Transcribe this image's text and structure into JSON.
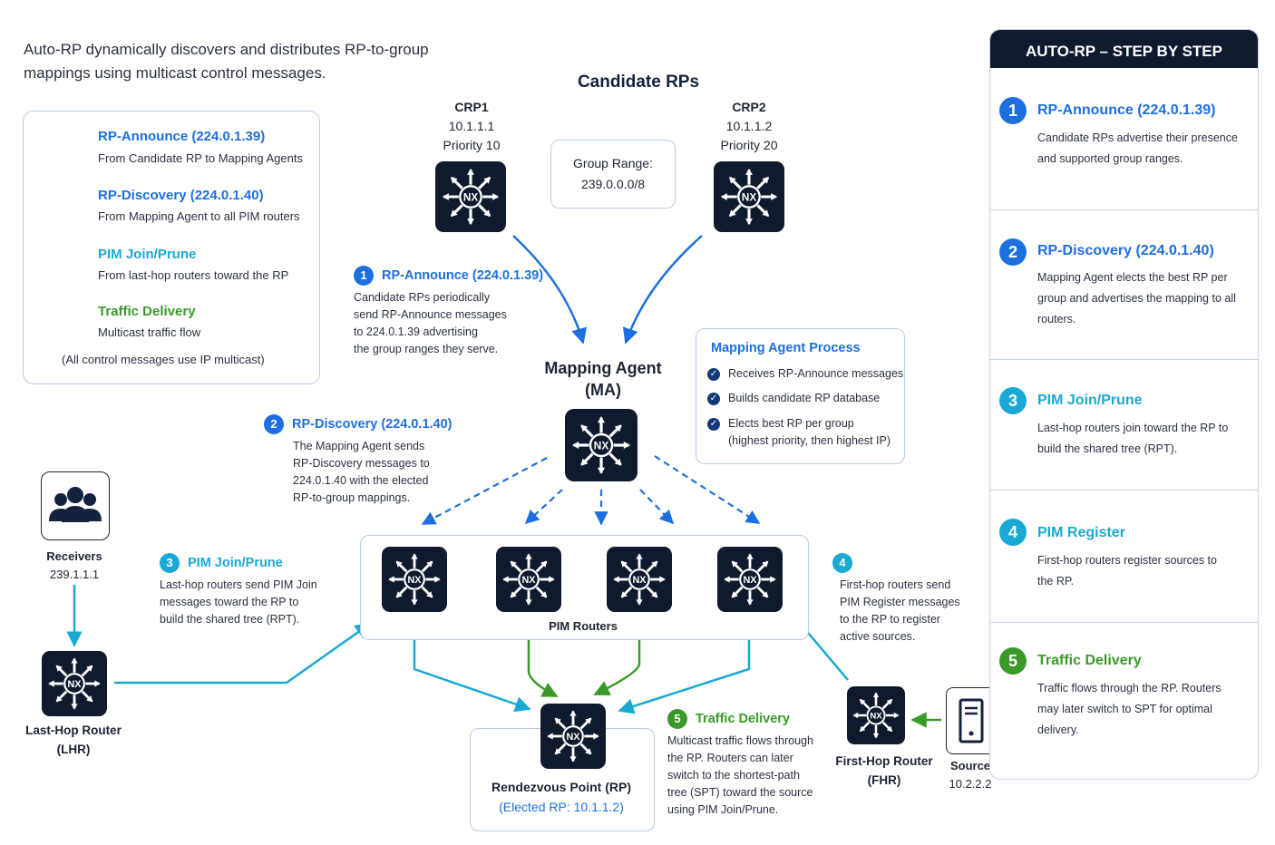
{
  "intro": "Auto-RP dynamically discovers and distributes RP-to-group mappings using multicast control messages.",
  "colors": {
    "announce": "#1d6fe0",
    "discovery": "#1d6fe0",
    "join": "#19a9d4",
    "traffic": "#3a9a29",
    "dark": "#0f1a2e"
  },
  "legend": {
    "items": [
      {
        "title": "RP-Announce (224.0.1.39)",
        "desc": "From Candidate RP to Mapping Agents",
        "line": "solid",
        "color": "#1d6fe0"
      },
      {
        "title": "RP-Discovery (224.0.1.40)",
        "desc": "From Mapping Agent to all PIM routers",
        "line": "dashed",
        "color": "#1d6fe0"
      },
      {
        "title": "PIM Join/Prune",
        "desc": "From last-hop routers toward the RP",
        "line": "solid",
        "color": "#19a9d4"
      },
      {
        "title": "Traffic Delivery",
        "desc": "Multicast traffic flow",
        "line": "solid",
        "color": "#3a9a29"
      }
    ],
    "note": "(All control messages use IP multicast)"
  },
  "candidate_rps": {
    "title": "Candidate RPs",
    "crp1": {
      "name": "CRP1",
      "ip": "10.1.1.1",
      "priority": "Priority 10"
    },
    "crp2": {
      "name": "CRP2",
      "ip": "10.1.1.2",
      "priority": "Priority 20"
    },
    "group_range": {
      "label": "Group Range:",
      "value": "239.0.0.0/8"
    }
  },
  "icon_text": "NX",
  "callouts": {
    "c1": {
      "num": "1",
      "title": "RP-Announce (224.0.1.39)",
      "lines": [
        "Candidate RPs periodically",
        "send RP-Announce messages",
        "to 224.0.1.39 advertising",
        "the group ranges they serve."
      ]
    },
    "c2": {
      "num": "2",
      "title": "RP-Discovery (224.0.1.40)",
      "lines": [
        "The Mapping Agent sends",
        "RP-Discovery messages to",
        "224.0.1.40 with the elected",
        "RP-to-group mappings."
      ]
    },
    "c3": {
      "num": "3",
      "title": "PIM Join/Prune",
      "lines": [
        "Last-hop routers send PIM Join",
        "messages toward the RP to",
        "build the shared tree (RPT)."
      ]
    },
    "c4": {
      "num": "4",
      "lines": [
        "First-hop routers send",
        "PIM Register messages",
        "to the RP to register",
        "active sources."
      ]
    },
    "c5": {
      "num": "5",
      "title": "Traffic Delivery",
      "lines": [
        "Multicast traffic flows through",
        "the RP. Routers can later",
        "switch to the shortest-path",
        "tree (SPT) toward the source",
        "using PIM Join/Prune."
      ]
    }
  },
  "mapping_agent": {
    "line1": "Mapping Agent",
    "line2": "(MA)"
  },
  "ma_process": {
    "title": "Mapping Agent Process",
    "items": [
      "Receives RP-Announce messages",
      "Builds candidate RP database",
      "Elects best RP per group"
    ],
    "item3_sub": "(highest priority, then highest IP)"
  },
  "pim_routers_label": "PIM Routers",
  "receivers": {
    "label": "Receivers",
    "group": "239.1.1.1"
  },
  "lhr": {
    "line1": "Last-Hop Router",
    "line2": "(LHR)"
  },
  "rp": {
    "line1": "Rendezvous Point (RP)",
    "line2": "(Elected RP: 10.1.1.2)"
  },
  "fhr": {
    "line1": "First-Hop Router",
    "line2": "(FHR)"
  },
  "source": {
    "label": "Source",
    "ip": "10.2.2.2"
  },
  "steps": {
    "header": "AUTO-RP – STEP BY STEP",
    "items": [
      {
        "num": "1",
        "title": "RP-Announce (224.0.1.39)",
        "desc": "Candidate RPs advertise their presence and supported group ranges.",
        "color": "#1d6fe0",
        "title_color": "#1d6fe0"
      },
      {
        "num": "2",
        "title": "RP-Discovery (224.0.1.40)",
        "desc": "Mapping Agent elects the best RP per group and advertises the mapping to all routers.",
        "color": "#1d6fe0",
        "title_color": "#1d6fe0"
      },
      {
        "num": "3",
        "title": "PIM Join/Prune",
        "desc": "Last-hop routers join toward the RP to build the shared tree (RPT).",
        "color": "#19a9d4",
        "title_color": "#19a9d4"
      },
      {
        "num": "4",
        "title": "PIM Register",
        "desc": "First-hop routers register sources to the RP.",
        "color": "#19a9d4",
        "title_color": "#19a9d4"
      },
      {
        "num": "5",
        "title": "Traffic Delivery",
        "desc": "Traffic flows through the RP. Routers may later switch to SPT for optimal delivery.",
        "color": "#3a9a29",
        "title_color": "#3a9a29"
      }
    ]
  }
}
